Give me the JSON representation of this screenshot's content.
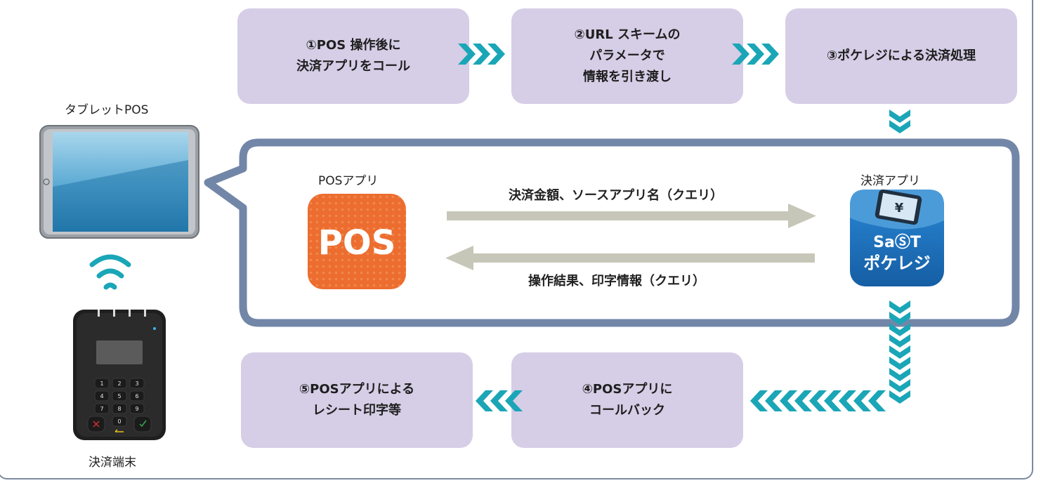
{
  "steps": {
    "s1": "①POS 操作後に\n決済アプリをコール",
    "s2": "②URL スキームの\nパラメータで\n情報を引き渡し",
    "s3": "③ポケレジによる決済処理",
    "s4": "④POSアプリに\nコールバック",
    "s5": "⑤POSアプリによる\nレシート印字等"
  },
  "devices": {
    "tablet_label": "タブレットPOS",
    "terminal_label": "決済端末",
    "keypad": [
      "1",
      "2",
      "3",
      "4",
      "5",
      "6",
      "7",
      "8",
      "9",
      "0"
    ]
  },
  "apps": {
    "pos_label": "POSアプリ",
    "pos_icon_text": "POS",
    "pay_label": "決済アプリ",
    "pay_icon_line1": "SaⓈT",
    "pay_icon_line2": "ポケレジ"
  },
  "arrows": {
    "forward_label": "決済金額、ソースアプリ名（クエリ）",
    "back_label": "操作結果、印字情報（クエリ）"
  },
  "colors": {
    "step_fill": "#d6cde6",
    "chevron": "#1aa6b7",
    "callout_border": "#7286a8",
    "flow_arrow": "#c6c7b8",
    "pos_icon": "#ec6d2f",
    "pay_icon": "#1c6db5"
  }
}
